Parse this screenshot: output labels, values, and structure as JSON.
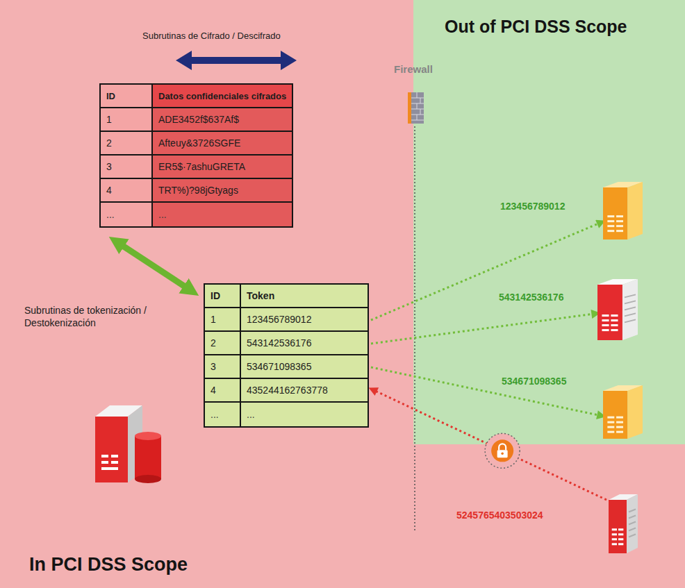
{
  "diagram": {
    "nodes": [
      {
        "text": [
          "Out of PCI DSS Scope"
        ]
      },
      {
        "text": [
          "123456789012"
        ],
        "in": 0
      },
      {
        "text": [
          "543142536176"
        ],
        "in": 0
      },
      {
        "text": [
          "534671098365"
        ],
        "in": 0
      },
      {
        "text": [
          "In PCI DSS Scope"
        ]
      },
      {
        "text": [
          "ID",
          "Datos confidenciales cifrados",
          "1",
          "ADE3452f$637Af$",
          "2",
          "Afteuy&3726SGFE",
          "3",
          "ER5$·7ashuGRETA",
          "4",
          "TRT%)?98jGtyags",
          "...",
          "..."
        ],
        "in": 4
      },
      {
        "text": [
          "ID",
          "Token",
          "1",
          "123456789012",
          "2",
          "543142536176",
          "3",
          "534671098365",
          "4",
          "435244162763778",
          "...",
          "..."
        ],
        "in": 4
      },
      {
        "text": [
          "5245765403503024"
        ],
        "in": 4
      }
    ],
    "edges": [
      {
        "from": 5,
        "to": 6,
        "arrow": "both",
        "label": "Subrutinas de tokenización / Destokenización"
      },
      {
        "from": 6,
        "to": 1,
        "arrow": "to"
      },
      {
        "from": 6,
        "to": 2,
        "arrow": "to"
      },
      {
        "from": 6,
        "to": 3,
        "arrow": "to"
      },
      {
        "from": 7,
        "to": 6,
        "arrow": "to"
      }
    ],
    "labels": [
      "Subrutinas de Cifrado / Descifrado",
      "Firewall"
    ]
  }
}
